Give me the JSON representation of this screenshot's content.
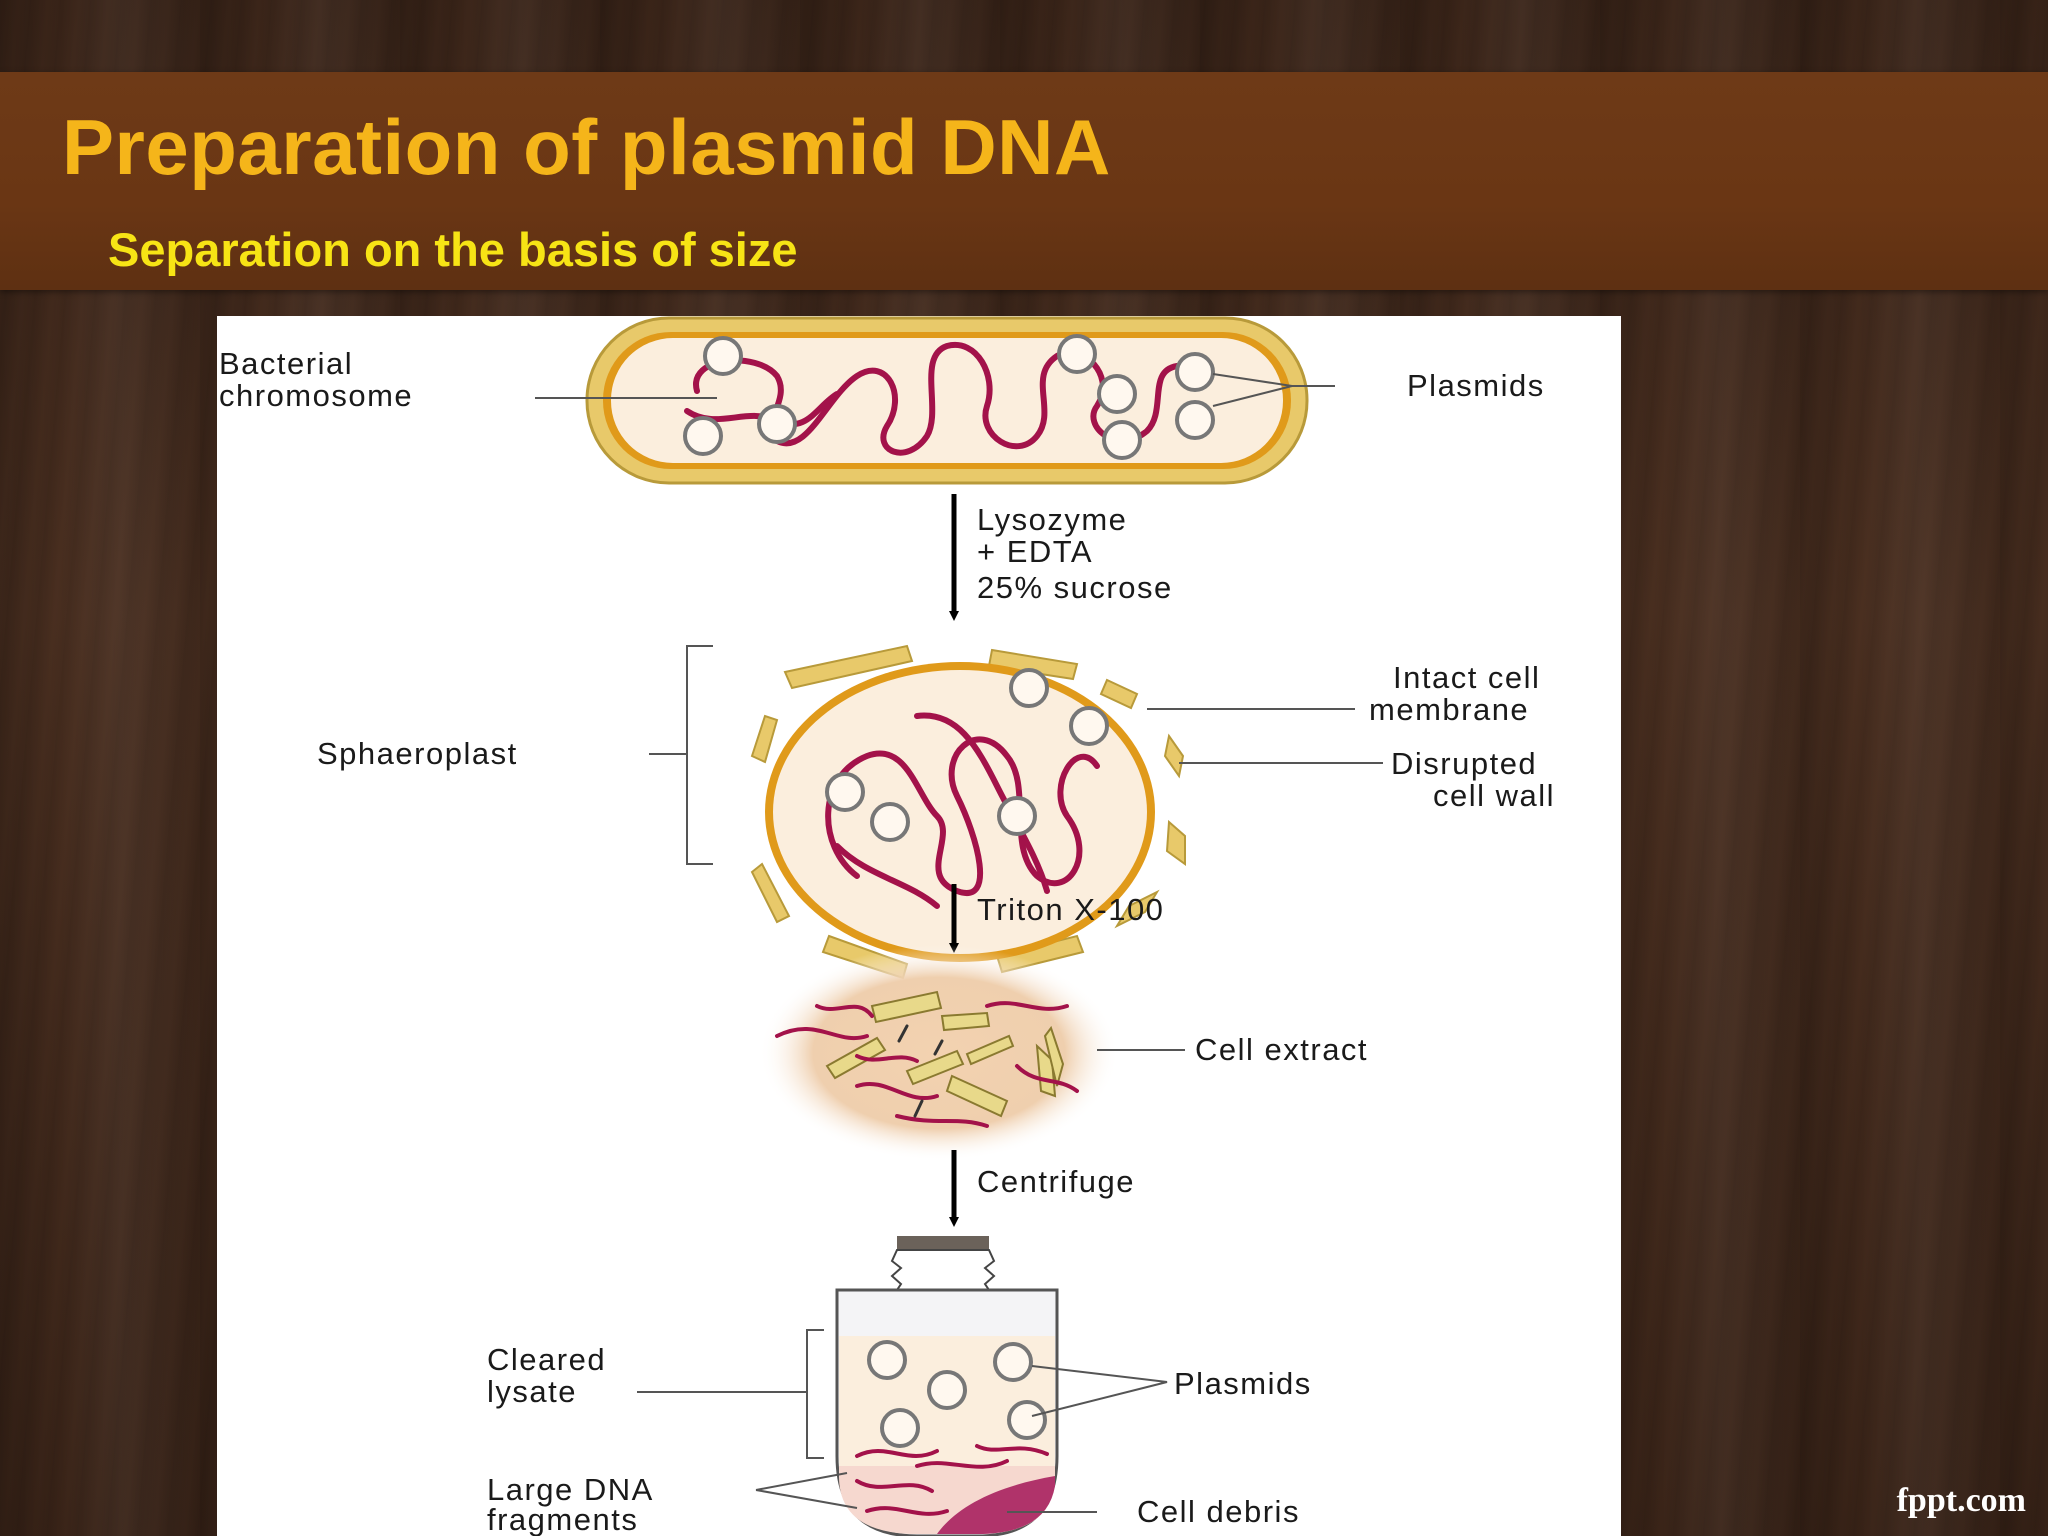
{
  "slide": {
    "title": "Preparation of plasmid DNA",
    "subtitle": "Separation on the basis of size",
    "watermark": "fppt.com"
  },
  "diagram": {
    "labels": {
      "bacterial_chromosome_1": "Bacterial",
      "bacterial_chromosome_2": "chromosome",
      "plasmids_top": "Plasmids",
      "step1_1": "Lysozyme",
      "step1_2": "+ EDTA",
      "step1_3": "25% sucrose",
      "sphaeroplast": "Sphaeroplast",
      "intact_membrane_1": "Intact cell",
      "intact_membrane_2": "membrane",
      "disrupted_wall_1": "Disrupted",
      "disrupted_wall_2": "cell wall",
      "step2": "Triton X-100",
      "cell_extract": "Cell extract",
      "step3": "Centrifuge",
      "cleared_lysate_1": "Cleared",
      "cleared_lysate_2": "lysate",
      "plasmids_bottom": "Plasmids",
      "large_dna_1": "Large DNA",
      "large_dna_2": "fragments",
      "cell_debris": "Cell debris"
    },
    "colors": {
      "dna": "#a3124a",
      "cell_wall": "#e8c96a",
      "membrane": "#e09a1a",
      "cytoplasm": "#fbeedd",
      "extract": "#edc9a4",
      "debris": "#b0336a"
    }
  }
}
